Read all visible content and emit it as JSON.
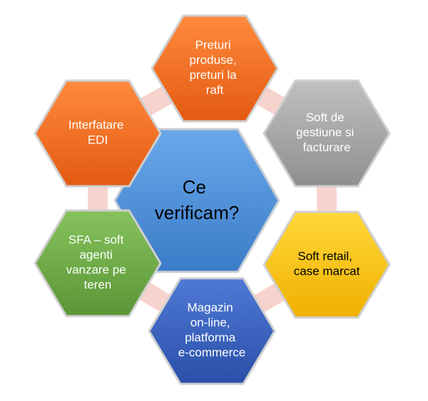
{
  "center": {
    "lines": [
      "Ce",
      "verificam?"
    ],
    "color": "#4a8fd6"
  },
  "nodes": [
    {
      "id": "preturi",
      "lines": [
        "Preturi",
        "produse,",
        "preturi la",
        "raft"
      ],
      "color": "#f26f21",
      "text_color": "#ffffff"
    },
    {
      "id": "soft-gestiune",
      "lines": [
        "Soft de",
        "gestiune si",
        "facturare"
      ],
      "color": "#a6a6a6",
      "text_color": "#ffffff"
    },
    {
      "id": "soft-retail",
      "lines": [
        "Soft retail,",
        "case marcat"
      ],
      "color": "#ffc000",
      "text_color": "#000000"
    },
    {
      "id": "magazin-online",
      "lines": [
        "Magazin",
        "on-line,",
        "platforma",
        "e-commerce"
      ],
      "color": "#3a63c0",
      "text_color": "#ffffff"
    },
    {
      "id": "sfa",
      "lines": [
        "SFA – soft",
        "agenti",
        "vanzare pe",
        "teren"
      ],
      "color": "#70ad47",
      "text_color": "#ffffff"
    },
    {
      "id": "interfatare-edi",
      "lines": [
        "Interfatare",
        "EDI"
      ],
      "color": "#f26f21",
      "text_color": "#ffffff"
    }
  ]
}
